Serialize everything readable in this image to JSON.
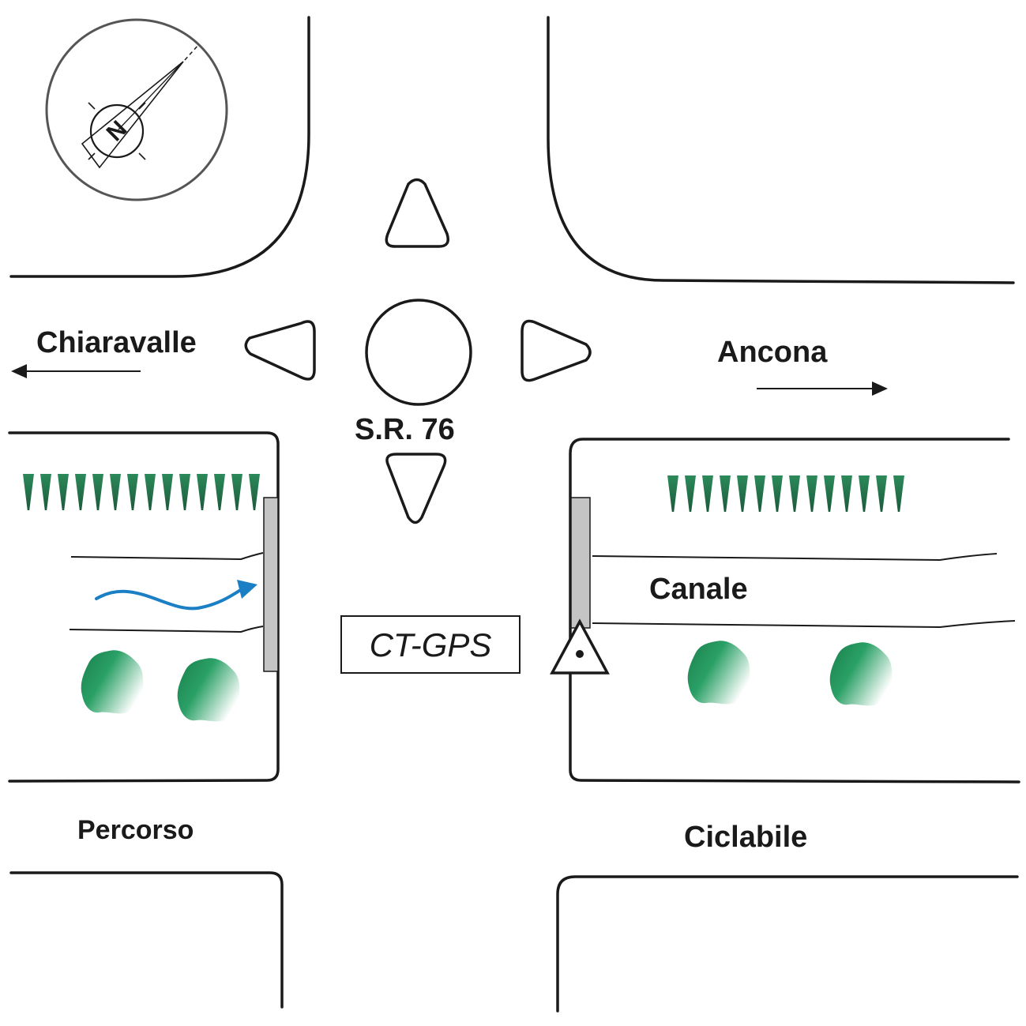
{
  "labels": {
    "chiaravalle": "Chiaravalle",
    "ancona": "Ancona",
    "road_name": "S.R. 76",
    "canale": "Canale",
    "percorso": "Percorso",
    "ciclabile": "Ciclabile",
    "station": "CT-GPS"
  },
  "compass": {
    "letter": "N"
  },
  "colors": {
    "line": "#1a1a1a",
    "water_arrow": "#1a7fc4",
    "vegetation": "#1f8a54",
    "bridge": "#c4c4c4",
    "compass_ring": "#555555"
  },
  "icons": {
    "north": "compass-rose-icon",
    "station": "survey-benchmark-triangle-icon",
    "tree": "tree-icon",
    "hedge": "hedge-icon"
  }
}
